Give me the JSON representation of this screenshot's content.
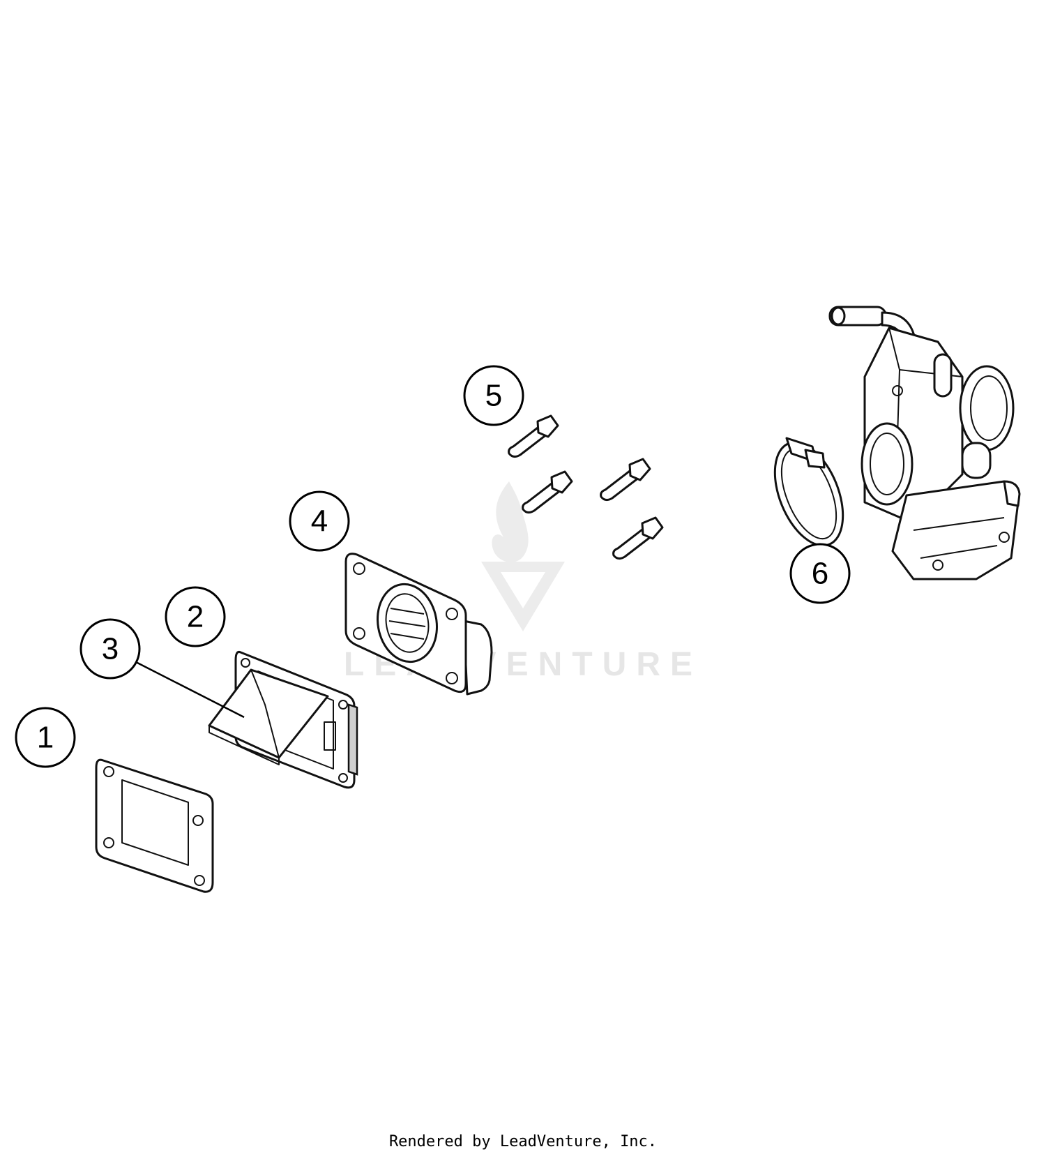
{
  "watermark": {
    "text": "LEADVENTURE"
  },
  "callouts": [
    {
      "id": "1",
      "label": "1"
    },
    {
      "id": "2",
      "label": "2"
    },
    {
      "id": "3",
      "label": "3"
    },
    {
      "id": "4",
      "label": "4"
    },
    {
      "id": "5",
      "label": "5"
    },
    {
      "id": "6",
      "label": "6"
    }
  ],
  "parts": [
    {
      "callout": "1",
      "icon": "gasket-icon"
    },
    {
      "callout": "2",
      "icon": "reed-valve-block-icon"
    },
    {
      "callout": "3",
      "icon": "reed-petal-icon"
    },
    {
      "callout": "4",
      "icon": "intake-flange-icon"
    },
    {
      "callout": "5",
      "icon": "bolt-icon"
    },
    {
      "callout": "6",
      "icon": "hose-clamp-icon"
    },
    {
      "callout": "",
      "icon": "carburetor-icon"
    }
  ],
  "footer": {
    "text": "Rendered by LeadVenture, Inc."
  }
}
